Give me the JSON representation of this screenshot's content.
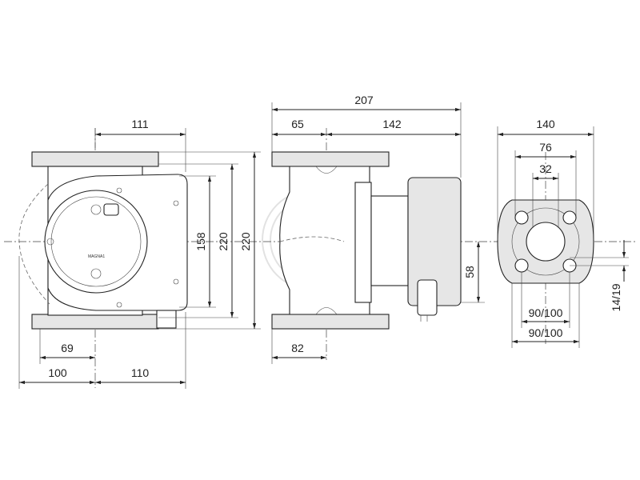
{
  "front_view": {
    "dim_top": "111",
    "dim_height_inner": "158",
    "dim_height_mid": "220",
    "dim_height_outer": "220",
    "dim_left_lower": "69",
    "dim_left_bottom": "100",
    "dim_right_bottom": "110",
    "logo_text": "MAGNA1"
  },
  "side_view": {
    "dim_total": "207",
    "dim_left": "65",
    "dim_right": "142",
    "dim_vertical": "58",
    "dim_bottom": "82"
  },
  "flange_view": {
    "dim_width": "140",
    "dim_bolt": "76",
    "dim_bore": "32",
    "dim_hole": "14/19",
    "dim_pcd_inner": "90/100",
    "dim_pcd_outer": "90/100"
  },
  "icons": [
    "arrow-marker"
  ]
}
